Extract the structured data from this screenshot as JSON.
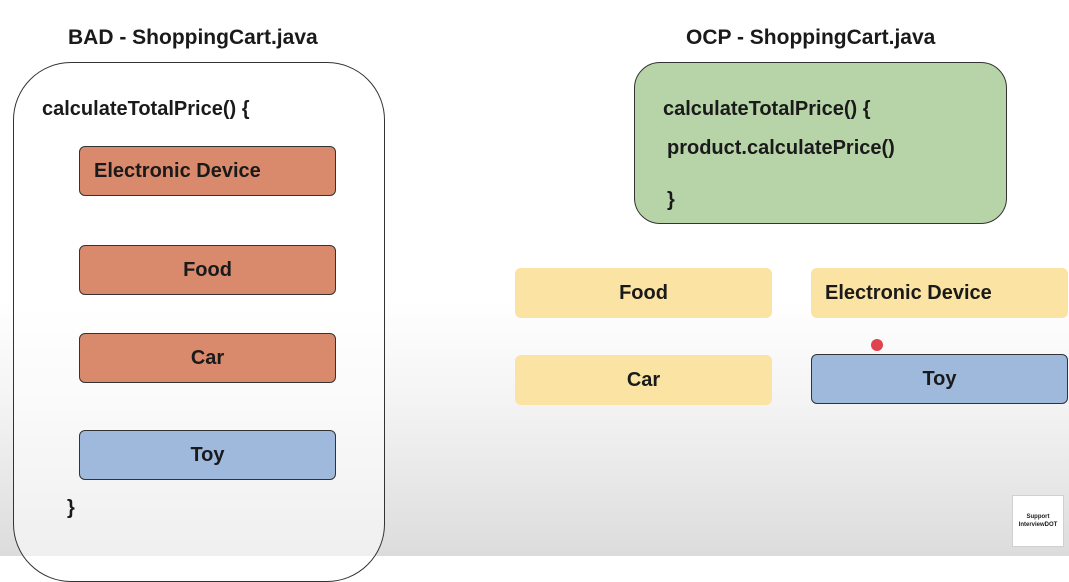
{
  "bad": {
    "title": "BAD - ShoppingCart.java",
    "method": "calculateTotalPrice() {",
    "items": [
      "Electronic Device",
      "Food",
      "Car",
      "Toy"
    ],
    "closing_brace": "}"
  },
  "ocp": {
    "title": "OCP - ShoppingCart.java",
    "method": "calculateTotalPrice() {",
    "call": "product.calculatePrice()",
    "closing_brace": "}",
    "products": [
      "Food",
      "Electronic Device",
      "Car",
      "Toy"
    ]
  },
  "badge": {
    "line1": "Support",
    "line2": "InterviewDOT"
  },
  "colors": {
    "bad_item": "#d98a6c",
    "toy_item": "#9fb9dc",
    "ocp_class": "#b7d3a8",
    "product_item": "#fbe3a4",
    "pointer_dot": "#e0424f"
  }
}
